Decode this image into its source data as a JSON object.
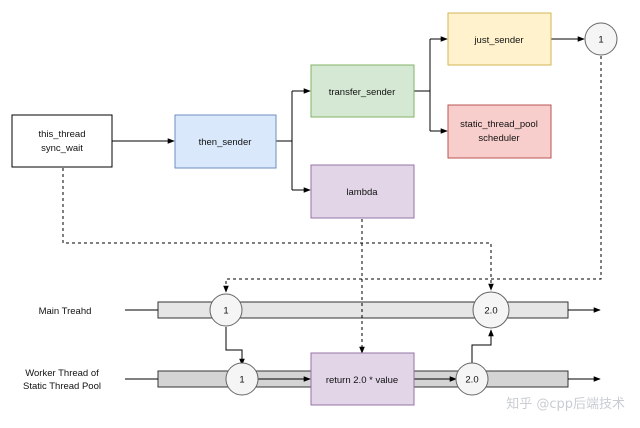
{
  "nodes": {
    "sync_wait_line1": "this_thread",
    "sync_wait_line2": "sync_wait",
    "then_sender": "then_sender",
    "transfer_sender": "transfer_sender",
    "just_sender": "just_sender",
    "pool_line1": "static_thread_pool",
    "pool_line2": "scheduler",
    "lambda": "lambda",
    "return_box": "return 2.0 * value"
  },
  "circles": {
    "top_right": "1",
    "main_left": "1",
    "main_right": "2.0",
    "worker_left": "1",
    "worker_right": "2.0"
  },
  "tracks": {
    "main_label": "Main Treahd",
    "worker_label_line1": "Worker Thread of",
    "worker_label_line2": "Static Thread Pool"
  },
  "watermark": "知乎 @cpp后端技术",
  "colors": {
    "sync_wait_fill": "#ffffff",
    "then_fill": "#dae8fc",
    "then_stroke": "#6c8ebf",
    "transfer_fill": "#d5e8d4",
    "transfer_stroke": "#82b366",
    "just_fill": "#fff2cc",
    "just_stroke": "#d6b656",
    "pool_fill": "#f8cecc",
    "pool_stroke": "#b85450",
    "lambda_fill": "#e1d5e7",
    "lambda_stroke": "#9673a6",
    "track_fill": "#e6e6e6",
    "worker_track_fill": "#d4d4d4",
    "circle_fill": "#f5f5f5"
  }
}
